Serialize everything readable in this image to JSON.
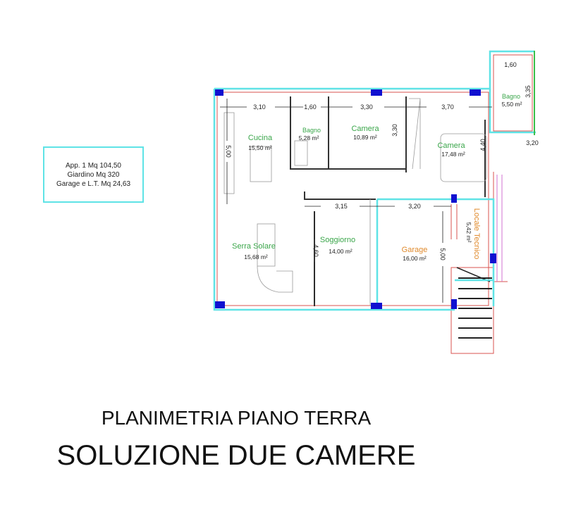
{
  "info_box": {
    "lines": [
      "App. 1 Mq 104,50",
      "Giardino  Mq 320",
      "Garage e L.T.  Mq 24,63"
    ]
  },
  "rooms": {
    "cucina": {
      "name": "Cucina",
      "area": "15,50 m²"
    },
    "bagno1": {
      "name": "Bagno",
      "area": "5,28 m²"
    },
    "camera1": {
      "name": "Camera",
      "area": "10,89 m²"
    },
    "camera2": {
      "name": "Camera",
      "area": "17,48 m²"
    },
    "bagno2": {
      "name": "Bagno",
      "area": "5,50 m²"
    },
    "serra": {
      "name": "Serra Solare",
      "area": "15,68 m²"
    },
    "soggiorno": {
      "name": "Soggiorno",
      "area": "14,00 m²"
    },
    "garage": {
      "name": "Garage",
      "area": "16,00 m²"
    },
    "locale": {
      "name": "Locale Tecnico",
      "area": "5,42 m²"
    }
  },
  "dimensions": {
    "cucina_w": "3,10",
    "bagno1_w": "1,60",
    "camera1_w": "3,30",
    "camera2_w": "3,70",
    "camera1_h": "3,30",
    "camera2_h": "4,40",
    "cucina_h": "5,00",
    "bagno2_w": "1,60",
    "bagno2_h": "3,35",
    "annex_w": "3,20",
    "soggiorno_w": "3,15",
    "garage_w": "3,20",
    "soggiorno_h": "4,60",
    "garage_h": "5,00"
  },
  "titles": {
    "line1": "PLANIMETRIA PIANO TERRA",
    "line2": "SOLUZIONE DUE CAMERE"
  },
  "colors": {
    "outline": "#5fe3e6",
    "walls": "#d9534f",
    "pillars": "#1010d0",
    "room_labels": "#3aa64a",
    "service_labels": "#e08a2c"
  }
}
